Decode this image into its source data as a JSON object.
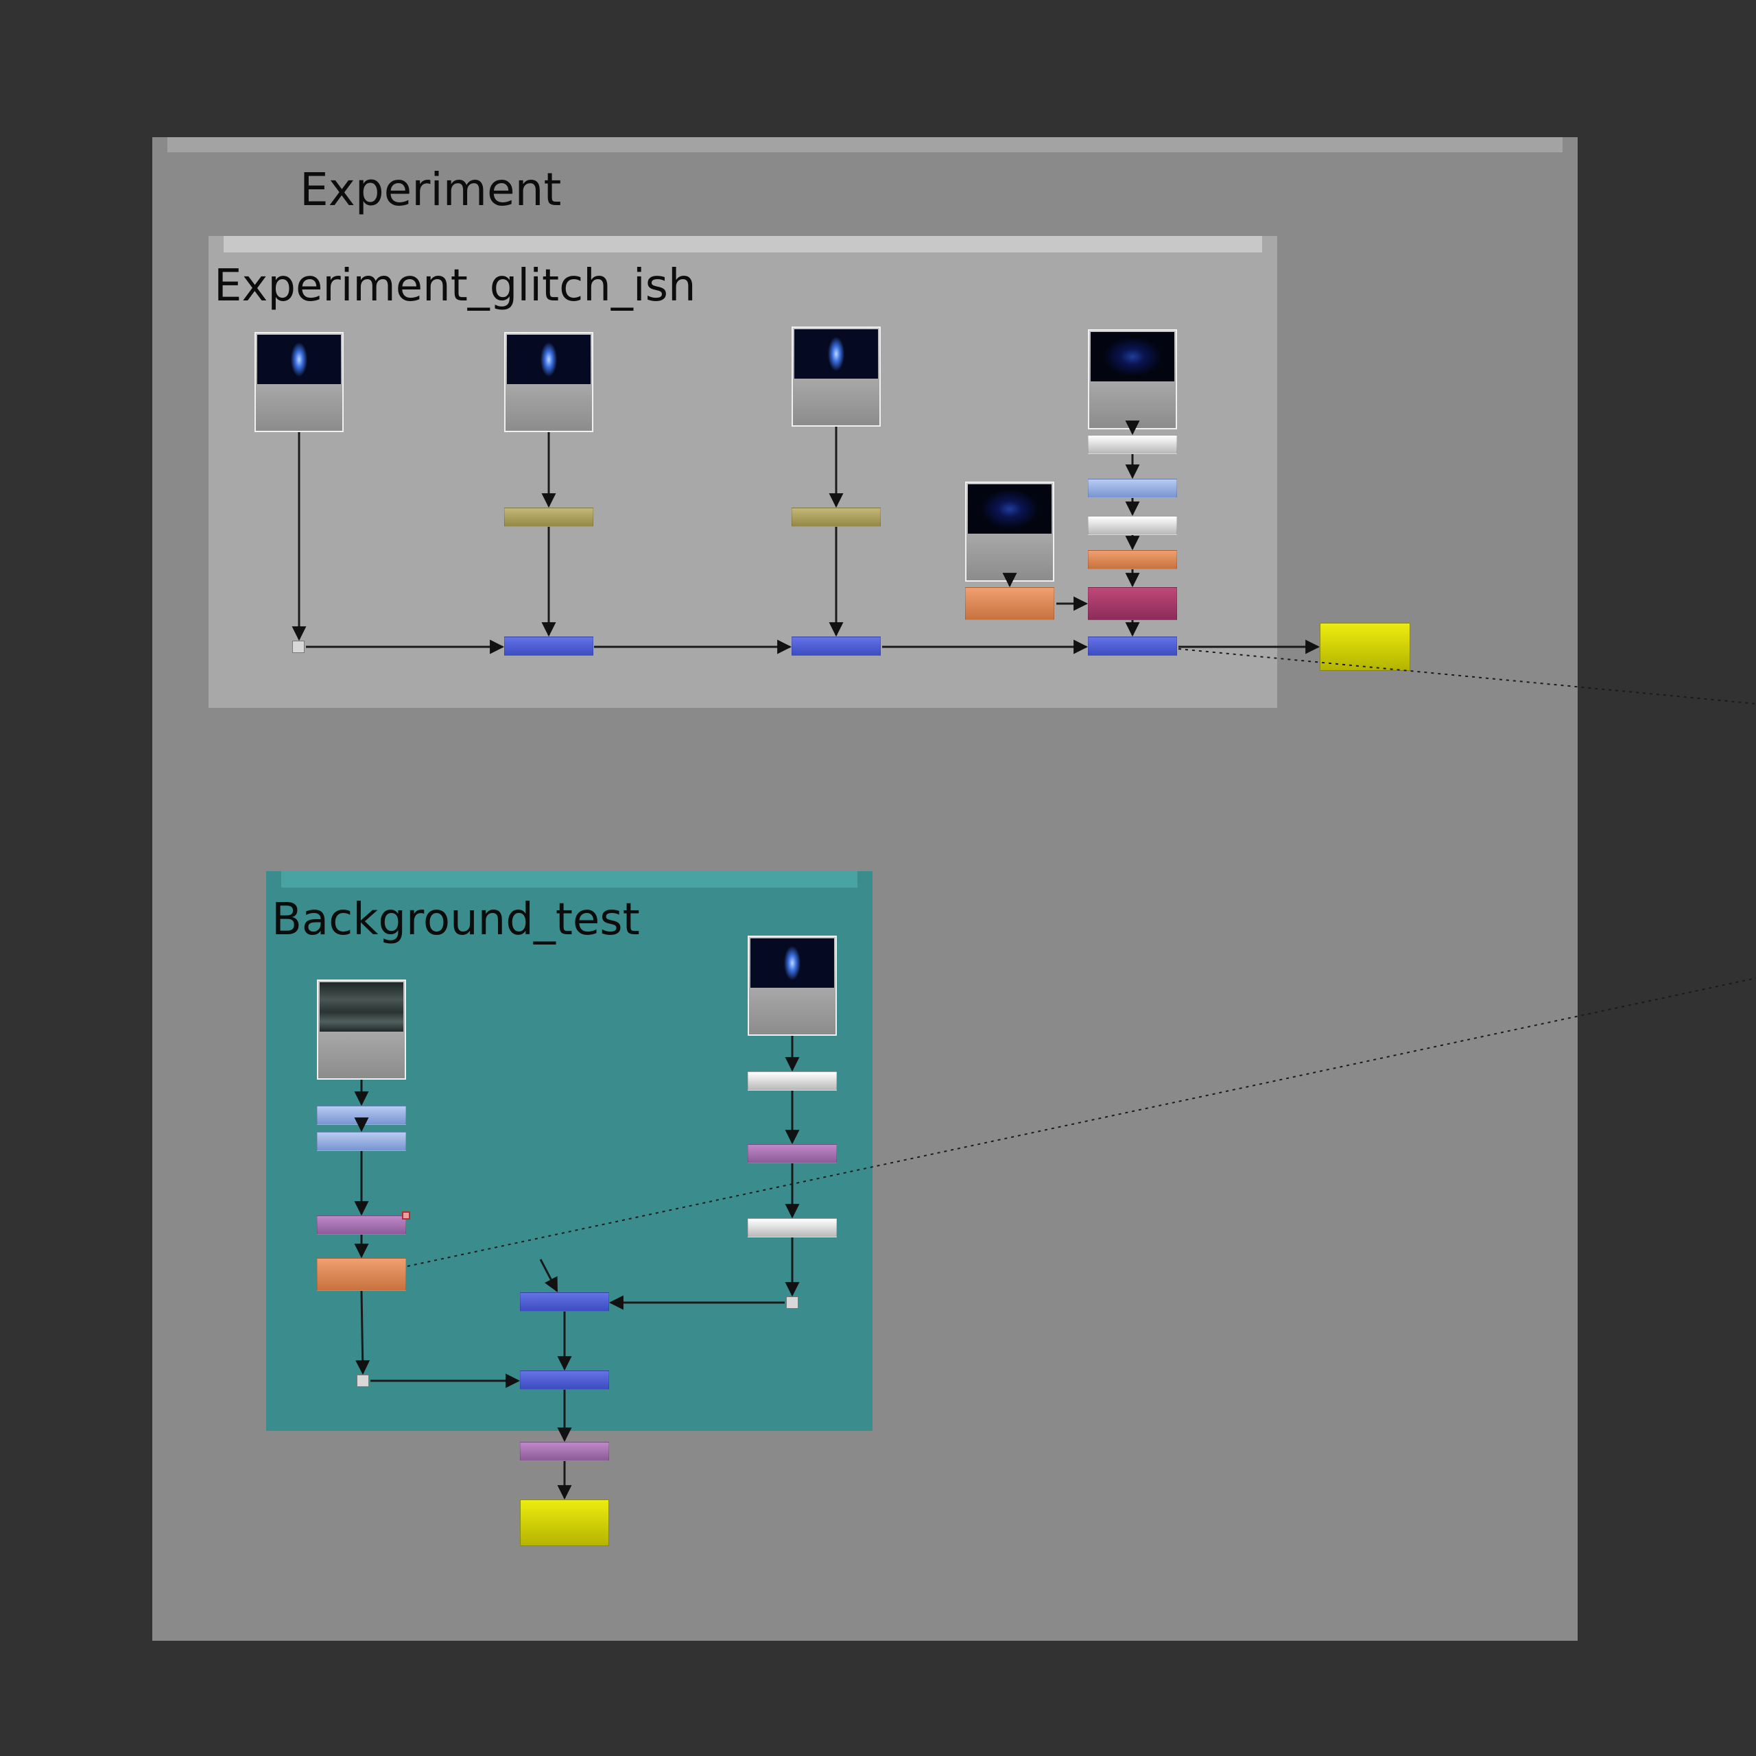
{
  "backdrops": {
    "experiment": {
      "label": "Experiment"
    },
    "glitch": {
      "label": "Experiment_glitch_ish"
    },
    "background": {
      "label": "Background_test"
    }
  },
  "colors": {
    "canvas": "#323232",
    "backdrop_experiment": "#8a8a8a",
    "backdrop_glitch": "#a8a8a8",
    "backdrop_background": "#3b8c8c",
    "merge_node": "#4a5ad6",
    "write_node": "#d8d800",
    "grade_node": "#b0a45e",
    "blur_node": "#94acdc",
    "purple_node": "#a872b0",
    "orange_node": "#de8a54",
    "magenta_node": "#a83868"
  },
  "icons": {
    "read_thumbnail": "nebula-thumbnail",
    "photo_thumbnail": "photo-thumbnail"
  }
}
